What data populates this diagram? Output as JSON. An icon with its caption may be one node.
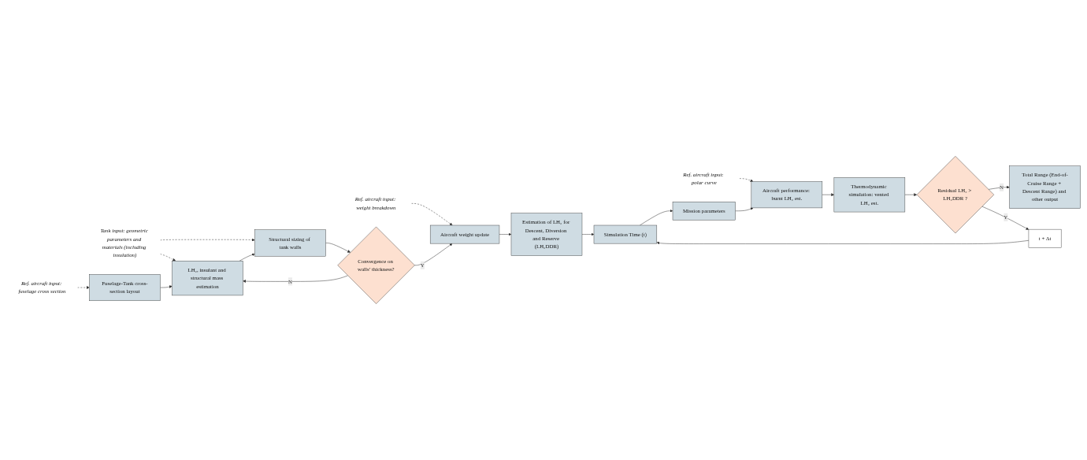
{
  "diagram": {
    "nodes": [
      {
        "text": [
          "Ref. aircraft input: fuselage cross section"
        ]
      },
      {
        "text": [
          "Tank input: geometric parameters and materials (including insulation)"
        ]
      },
      {
        "text": [
          "Ref. aircraft input: weight breakdown"
        ]
      },
      {
        "text": [
          "Fuselage-Tank cross-section layout"
        ]
      },
      {
        "text": [
          "LH₂, insulant and structural mass estimation"
        ]
      },
      {
        "text": [
          "Structural sizing of tank walls"
        ]
      },
      {
        "text": [
          "Convergence on walls’ thickness?"
        ]
      },
      {
        "text": [
          "Aircraft weight update"
        ]
      },
      {
        "text": [
          "Estimation of LH₂ for Descent, Diversion and Reserve (LH₂DDR)"
        ]
      },
      {
        "text": [
          "Ref. aircraft input: polar curve"
        ]
      },
      {
        "text": [
          "Simulation Time (t)"
        ]
      },
      {
        "text": [
          "Mission parameters"
        ]
      },
      {
        "text": [
          "Aircraft performance: burnt LH₂ est."
        ]
      },
      {
        "text": [
          "Thermodynamic simulation: vented LH₂ est."
        ]
      },
      {
        "text": [
          "Residual LH₂ > LH₂DDR ?"
        ]
      },
      {
        "text": [
          "Total Range (End-of-Cruise Range + Descent Range) and other output"
        ]
      },
      {
        "text": [
          "t + Δt"
        ]
      }
    ],
    "edges": [
      {
        "from": 0,
        "to": 3,
        "arrow": "to",
        "style": "dashed"
      },
      {
        "from": 1,
        "to": 4,
        "arrow": "to",
        "style": "dashed"
      },
      {
        "from": 1,
        "to": 5,
        "arrow": "to",
        "style": "dashed"
      },
      {
        "from": 2,
        "to": 7,
        "arrow": "to",
        "style": "dashed"
      },
      {
        "from": 3,
        "to": 4,
        "arrow": "to"
      },
      {
        "from": 4,
        "to": 5,
        "arrow": "to"
      },
      {
        "from": 5,
        "to": 6,
        "arrow": "to"
      },
      {
        "from": 6,
        "to": 7,
        "arrow": "to",
        "label": "Y"
      },
      {
        "from": 6,
        "to": 4,
        "arrow": "to",
        "label": "N"
      },
      {
        "from": 7,
        "to": 8,
        "arrow": "to"
      },
      {
        "from": 8,
        "to": 10,
        "arrow": "to"
      },
      {
        "from": 9,
        "to": 12,
        "arrow": "to",
        "style": "dashed"
      },
      {
        "from": 10,
        "to": 11,
        "arrow": "to"
      },
      {
        "from": 11,
        "to": 12,
        "arrow": "to"
      },
      {
        "from": 12,
        "to": 13,
        "arrow": "to"
      },
      {
        "from": 13,
        "to": 14,
        "arrow": "to"
      },
      {
        "from": 14,
        "to": 15,
        "arrow": "to",
        "label": "N"
      },
      {
        "from": 14,
        "to": 16,
        "arrow": "to",
        "label": "Y"
      },
      {
        "from": 16,
        "to": 10,
        "arrow": "to"
      }
    ]
  }
}
